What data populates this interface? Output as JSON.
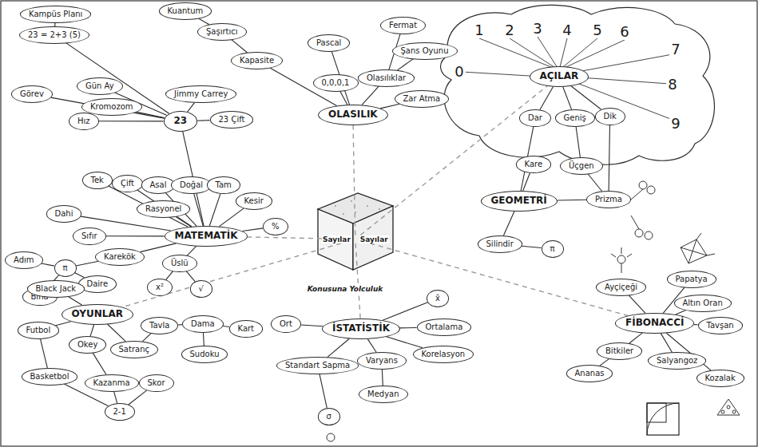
{
  "diagram": {
    "nodes": [
      {
        "text": [
          "Sayılar",
          "Sayılar"
        ]
      },
      {
        "text": [
          "Kampüs Planı"
        ]
      },
      {
        "text": [
          "23 = 2+3 (5)"
        ]
      },
      {
        "text": [
          "Görev"
        ]
      },
      {
        "text": [
          "Gün Ay"
        ]
      },
      {
        "text": [
          "Kromozom"
        ]
      },
      {
        "text": [
          "Jimmy Carrey"
        ]
      },
      {
        "text": [
          "23 Çift"
        ]
      },
      {
        "text": [
          "Hız"
        ]
      },
      {
        "text": [
          "23"
        ]
      },
      {
        "text": [
          "MATEMATİK"
        ]
      },
      {
        "text": [
          "Tek"
        ]
      },
      {
        "text": [
          "Çift"
        ]
      },
      {
        "text": [
          "Asal"
        ]
      },
      {
        "text": [
          "Doğal"
        ]
      },
      {
        "text": [
          "Tam"
        ]
      },
      {
        "text": [
          "Kesir"
        ]
      },
      {
        "text": [
          "%"
        ]
      },
      {
        "text": [
          "Rasyonel"
        ]
      },
      {
        "text": [
          "Dahi"
        ]
      },
      {
        "text": [
          "Sıfır"
        ]
      },
      {
        "text": [
          "Karekök"
        ]
      },
      {
        "text": [
          "π"
        ]
      },
      {
        "text": [
          "Adım"
        ]
      },
      {
        "text": [
          "Bina"
        ]
      },
      {
        "text": [
          "Daire"
        ]
      },
      {
        "text": [
          "Üslü"
        ]
      },
      {
        "text": [
          "x²"
        ]
      },
      {
        "text": [
          "√"
        ]
      },
      {
        "text": [
          "Kuantum"
        ]
      },
      {
        "text": [
          "Şaşırtıcı"
        ]
      },
      {
        "text": [
          "Kapasite"
        ]
      },
      {
        "text": [
          "Pascal"
        ]
      },
      {
        "text": [
          "Fermat"
        ]
      },
      {
        "text": [
          "Şans Oyunu"
        ]
      },
      {
        "text": [
          "0,0,0,1"
        ]
      },
      {
        "text": [
          "Olasılıklar"
        ]
      },
      {
        "text": [
          "Zar Atma"
        ]
      },
      {
        "text": [
          "OLASILIK"
        ]
      },
      {
        "text": [
          "AÇILAR"
        ]
      },
      {
        "text": [
          "Dar"
        ]
      },
      {
        "text": [
          "Geniş"
        ]
      },
      {
        "text": [
          "Dik"
        ]
      },
      {
        "text": [
          "Kare"
        ]
      },
      {
        "text": [
          "Üçgen"
        ]
      },
      {
        "text": [
          "GEOMETRİ"
        ]
      },
      {
        "text": [
          "Prizma"
        ]
      },
      {
        "text": [
          "Silindir"
        ]
      },
      {
        "text": [
          "π"
        ]
      },
      {
        "text": [
          "Black Jack"
        ]
      },
      {
        "text": [
          "OYUNLAR"
        ]
      },
      {
        "text": [
          "Futbol"
        ]
      },
      {
        "text": [
          "Okey"
        ]
      },
      {
        "text": [
          "Satranç"
        ]
      },
      {
        "text": [
          "Tavla"
        ]
      },
      {
        "text": [
          "Dama"
        ]
      },
      {
        "text": [
          "Kart"
        ]
      },
      {
        "text": [
          "Sudoku"
        ]
      },
      {
        "text": [
          "Basketbol"
        ]
      },
      {
        "text": [
          "Kazanma"
        ]
      },
      {
        "text": [
          "Skor"
        ]
      },
      {
        "text": [
          "2-1"
        ]
      },
      {
        "text": [
          "İSTATİSTİK"
        ]
      },
      {
        "text": [
          "x̄"
        ]
      },
      {
        "text": [
          "Ort"
        ]
      },
      {
        "text": [
          "Ortalama"
        ]
      },
      {
        "text": [
          "Standart Sapma"
        ]
      },
      {
        "text": [
          "Varyans"
        ]
      },
      {
        "text": [
          "Korelasyon"
        ]
      },
      {
        "text": [
          "Medyan"
        ]
      },
      {
        "text": [
          "σ"
        ]
      },
      {
        "text": [
          "FİBONACCİ"
        ]
      },
      {
        "text": [
          "Ayçiçeği"
        ]
      },
      {
        "text": [
          "Papatya"
        ]
      },
      {
        "text": [
          "Altın Oran"
        ]
      },
      {
        "text": [
          "Tavşan"
        ]
      },
      {
        "text": [
          "Bitkiler"
        ]
      },
      {
        "text": [
          "Salyangoz"
        ]
      },
      {
        "text": [
          "Kozalak"
        ]
      },
      {
        "text": [
          "Ananas"
        ]
      }
    ],
    "edges": [
      {
        "from": 1,
        "to": 2,
        "arrow": "none"
      },
      {
        "from": 2,
        "to": 9,
        "arrow": "none"
      },
      {
        "from": 3,
        "to": 9,
        "arrow": "none"
      },
      {
        "from": 4,
        "to": 9,
        "arrow": "none"
      },
      {
        "from": 5,
        "to": 9,
        "arrow": "none"
      },
      {
        "from": 6,
        "to": 9,
        "arrow": "none"
      },
      {
        "from": 7,
        "to": 9,
        "arrow": "none"
      },
      {
        "from": 8,
        "to": 9,
        "arrow": "none"
      },
      {
        "from": 9,
        "to": 10,
        "arrow": "none"
      },
      {
        "from": 11,
        "to": 10,
        "arrow": "none"
      },
      {
        "from": 12,
        "to": 10,
        "arrow": "none"
      },
      {
        "from": 13,
        "to": 10,
        "arrow": "none"
      },
      {
        "from": 14,
        "to": 10,
        "arrow": "none"
      },
      {
        "from": 15,
        "to": 10,
        "arrow": "none"
      },
      {
        "from": 16,
        "to": 10,
        "arrow": "none"
      },
      {
        "from": 17,
        "to": 10,
        "arrow": "none"
      },
      {
        "from": 18,
        "to": 10,
        "arrow": "none"
      },
      {
        "from": 19,
        "to": 10,
        "arrow": "none"
      },
      {
        "from": 20,
        "to": 10,
        "arrow": "none"
      },
      {
        "from": 21,
        "to": 10,
        "arrow": "none"
      },
      {
        "from": 22,
        "to": 21,
        "arrow": "none"
      },
      {
        "from": 23,
        "to": 22,
        "arrow": "none"
      },
      {
        "from": 24,
        "to": 22,
        "arrow": "none"
      },
      {
        "from": 25,
        "to": 22,
        "arrow": "none"
      },
      {
        "from": 26,
        "to": 10,
        "arrow": "none"
      },
      {
        "from": 27,
        "to": 26,
        "arrow": "none"
      },
      {
        "from": 28,
        "to": 26,
        "arrow": "none"
      },
      {
        "from": 29,
        "to": 30,
        "arrow": "none"
      },
      {
        "from": 30,
        "to": 31,
        "arrow": "none"
      },
      {
        "from": 31,
        "to": 38,
        "arrow": "none"
      },
      {
        "from": 32,
        "to": 38,
        "arrow": "none"
      },
      {
        "from": 35,
        "to": 38,
        "arrow": "none"
      },
      {
        "from": 36,
        "to": 38,
        "arrow": "none"
      },
      {
        "from": 33,
        "to": 36,
        "arrow": "none"
      },
      {
        "from": 34,
        "to": 36,
        "arrow": "none"
      },
      {
        "from": 37,
        "to": 38,
        "arrow": "none"
      },
      {
        "from": 39,
        "to": 40,
        "arrow": "none"
      },
      {
        "from": 39,
        "to": 41,
        "arrow": "none"
      },
      {
        "from": 39,
        "to": 42,
        "arrow": "none"
      },
      {
        "from": 40,
        "to": 45,
        "arrow": "none"
      },
      {
        "from": 43,
        "to": 45,
        "arrow": "none"
      },
      {
        "from": 41,
        "to": 44,
        "arrow": "none"
      },
      {
        "from": 44,
        "to": 46,
        "arrow": "none"
      },
      {
        "from": 42,
        "to": 46,
        "arrow": "none"
      },
      {
        "from": 46,
        "to": 45,
        "arrow": "none"
      },
      {
        "from": 45,
        "to": 47,
        "arrow": "none"
      },
      {
        "from": 47,
        "to": 48,
        "arrow": "none"
      },
      {
        "from": 49,
        "to": 50,
        "arrow": "none"
      },
      {
        "from": 51,
        "to": 50,
        "arrow": "none"
      },
      {
        "from": 52,
        "to": 50,
        "arrow": "none"
      },
      {
        "from": 53,
        "to": 50,
        "arrow": "none"
      },
      {
        "from": 54,
        "to": 53,
        "arrow": "none"
      },
      {
        "from": 55,
        "to": 54,
        "arrow": "none"
      },
      {
        "from": 56,
        "to": 55,
        "arrow": "none"
      },
      {
        "from": 57,
        "to": 55,
        "arrow": "none"
      },
      {
        "from": 58,
        "to": 51,
        "arrow": "none"
      },
      {
        "from": 58,
        "to": 61,
        "arrow": "none"
      },
      {
        "from": 59,
        "to": 61,
        "arrow": "none"
      },
      {
        "from": 60,
        "to": 61,
        "arrow": "none"
      },
      {
        "from": 52,
        "to": 59,
        "arrow": "none"
      },
      {
        "from": 62,
        "to": 63,
        "arrow": "none"
      },
      {
        "from": 62,
        "to": 64,
        "arrow": "none"
      },
      {
        "from": 62,
        "to": 65,
        "arrow": "none"
      },
      {
        "from": 62,
        "to": 66,
        "arrow": "none"
      },
      {
        "from": 62,
        "to": 67,
        "arrow": "none"
      },
      {
        "from": 62,
        "to": 68,
        "arrow": "none"
      },
      {
        "from": 67,
        "to": 69,
        "arrow": "none"
      },
      {
        "from": 66,
        "to": 70,
        "arrow": "none"
      },
      {
        "from": 71,
        "to": 72,
        "arrow": "none"
      },
      {
        "from": 71,
        "to": 73,
        "arrow": "none"
      },
      {
        "from": 71,
        "to": 74,
        "arrow": "none"
      },
      {
        "from": 71,
        "to": 75,
        "arrow": "none"
      },
      {
        "from": 71,
        "to": 76,
        "arrow": "none"
      },
      {
        "from": 71,
        "to": 77,
        "arrow": "none"
      },
      {
        "from": 71,
        "to": 78,
        "arrow": "none"
      },
      {
        "from": 76,
        "to": 79,
        "arrow": "none"
      },
      {
        "from": 0,
        "to": 10,
        "arrow": "none"
      },
      {
        "from": 0,
        "to": 38,
        "arrow": "none"
      },
      {
        "from": 0,
        "to": 39,
        "arrow": "none"
      },
      {
        "from": 0,
        "to": 71,
        "arrow": "none"
      },
      {
        "from": 0,
        "to": 62,
        "arrow": "none"
      },
      {
        "from": 0,
        "to": 50,
        "arrow": "none"
      }
    ],
    "labels": [
      "1",
      "2",
      "3",
      "4",
      "5",
      "6",
      "7",
      "8",
      "9",
      "0",
      "Konusuna Yolculuk"
    ]
  }
}
